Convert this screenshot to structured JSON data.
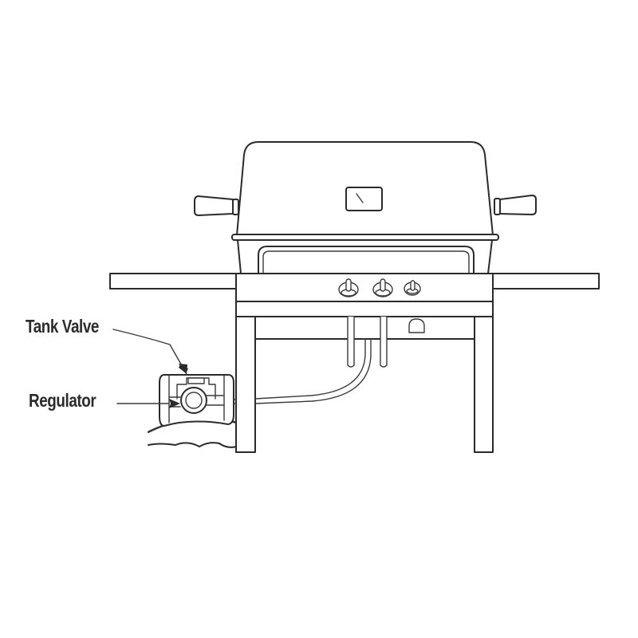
{
  "diagram": {
    "subject": "gas grill with propane tank connection",
    "colors": {
      "line": "#2b2b2b",
      "background": "#ffffff"
    },
    "callouts": [
      {
        "id": "tank-valve",
        "label": "Tank Valve"
      },
      {
        "id": "regulator",
        "label": "Regulator"
      }
    ],
    "parts": [
      "lid",
      "lid-handle-left",
      "lid-handle-right",
      "thermometer",
      "side-shelf-left",
      "side-shelf-right",
      "control-panel",
      "control-knobs",
      "igniter",
      "legs",
      "gas-hose",
      "propane-tank"
    ],
    "knob_count": 3
  }
}
